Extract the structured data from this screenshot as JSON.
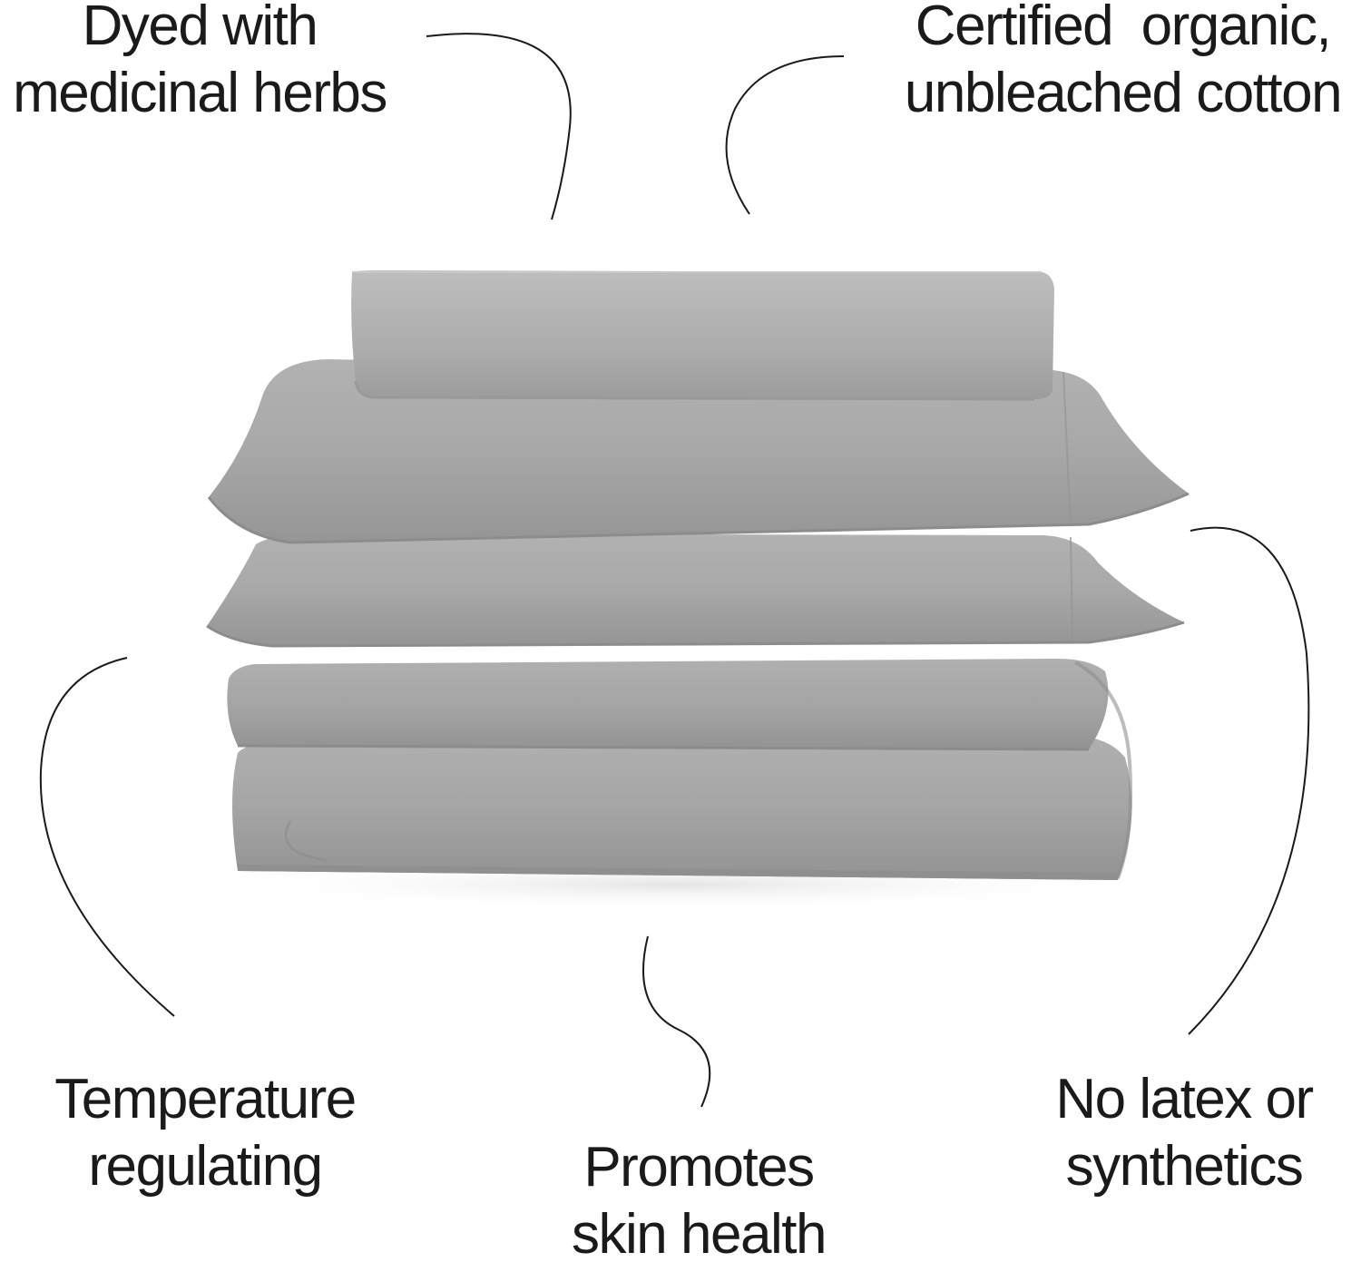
{
  "image": {
    "description_colors": {
      "background": "#ffffff",
      "text": "#1a1a1a",
      "fabric_light": "#b4b4b4",
      "fabric_mid": "#a4a4a4",
      "fabric_dark": "#8e8e8e",
      "line": "#1a1a1a"
    }
  },
  "callouts": {
    "herbs": {
      "line1": "Dyed with",
      "line2": "medicinal herbs"
    },
    "organic": {
      "line1": "Certified  organic,",
      "line2": "unbleached cotton"
    },
    "temperature": {
      "line1": "Temperature",
      "line2": "regulating"
    },
    "skin": {
      "line1": "Promotes",
      "line2": "skin health"
    },
    "latex": {
      "line1": "No latex or",
      "line2": "synthetics"
    }
  }
}
